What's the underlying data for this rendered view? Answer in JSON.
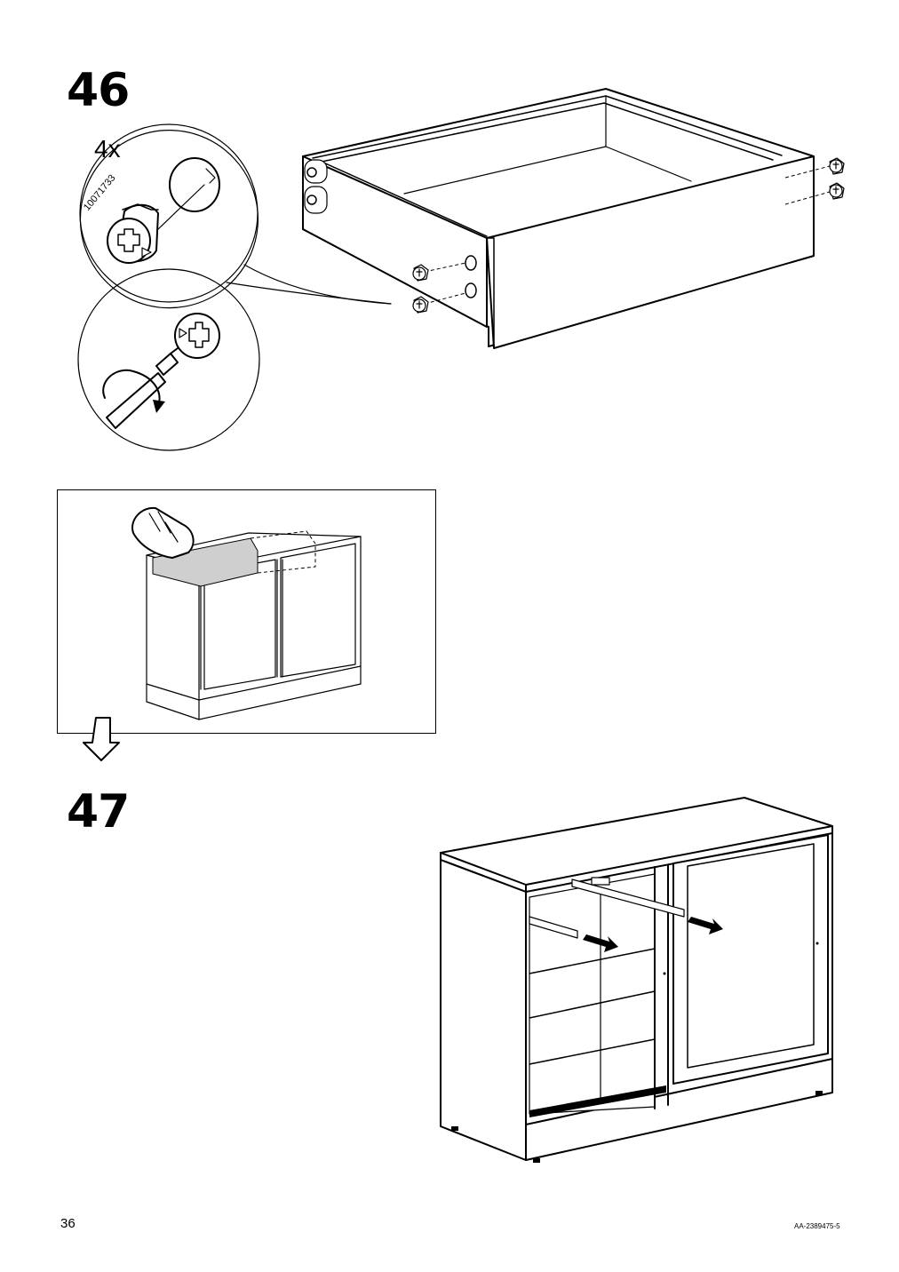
{
  "steps": [
    {
      "number": "46"
    },
    {
      "number": "47"
    }
  ],
  "detail": {
    "quantity": "4x",
    "part_number": "10071733"
  },
  "footer": {
    "page_number": "36",
    "doc_code": "AA-2389475-5"
  },
  "icons": [
    "cam-lock-fitting-icon",
    "screwdriver-icon",
    "rotate-arrow-icon",
    "hand-push-icon",
    "down-arrow-icon",
    "pull-arrow-icon"
  ]
}
